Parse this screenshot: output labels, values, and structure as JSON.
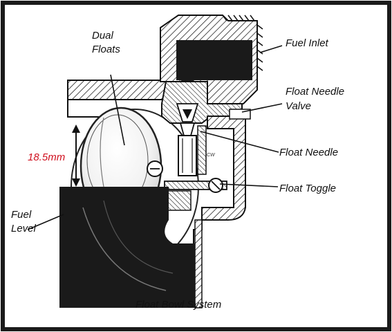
{
  "labels": {
    "dual_floats_line1": "Dual",
    "dual_floats_line2": "Floats",
    "fuel_inlet": "Fuel Inlet",
    "float_needle_valve_line1": "Float Needle",
    "float_needle_valve_line2": "Valve",
    "float_needle": "Float Needle",
    "float_toggle": "Float Toggle",
    "fuel_level_line1": "Fuel",
    "fuel_level_line2": "Level",
    "measurement": "18.5mm",
    "part_stamp": "CW"
  },
  "caption": "Float Bowl System",
  "colors": {
    "border": "#1a1a1a",
    "fuel": "#1a1a1a",
    "measurement": "#d0101f",
    "ink": "#111111"
  }
}
